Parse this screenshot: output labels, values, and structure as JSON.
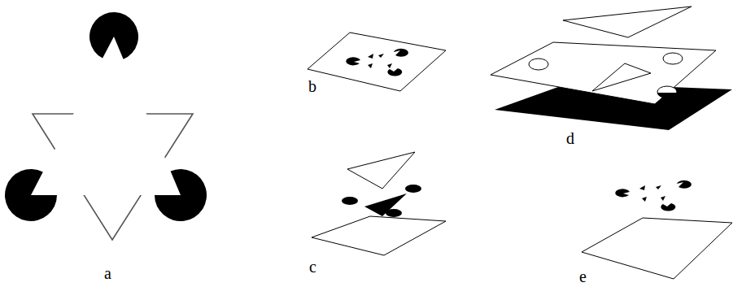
{
  "diagram": {
    "labels": [
      "a",
      "b",
      "d",
      "c",
      "e"
    ]
  }
}
